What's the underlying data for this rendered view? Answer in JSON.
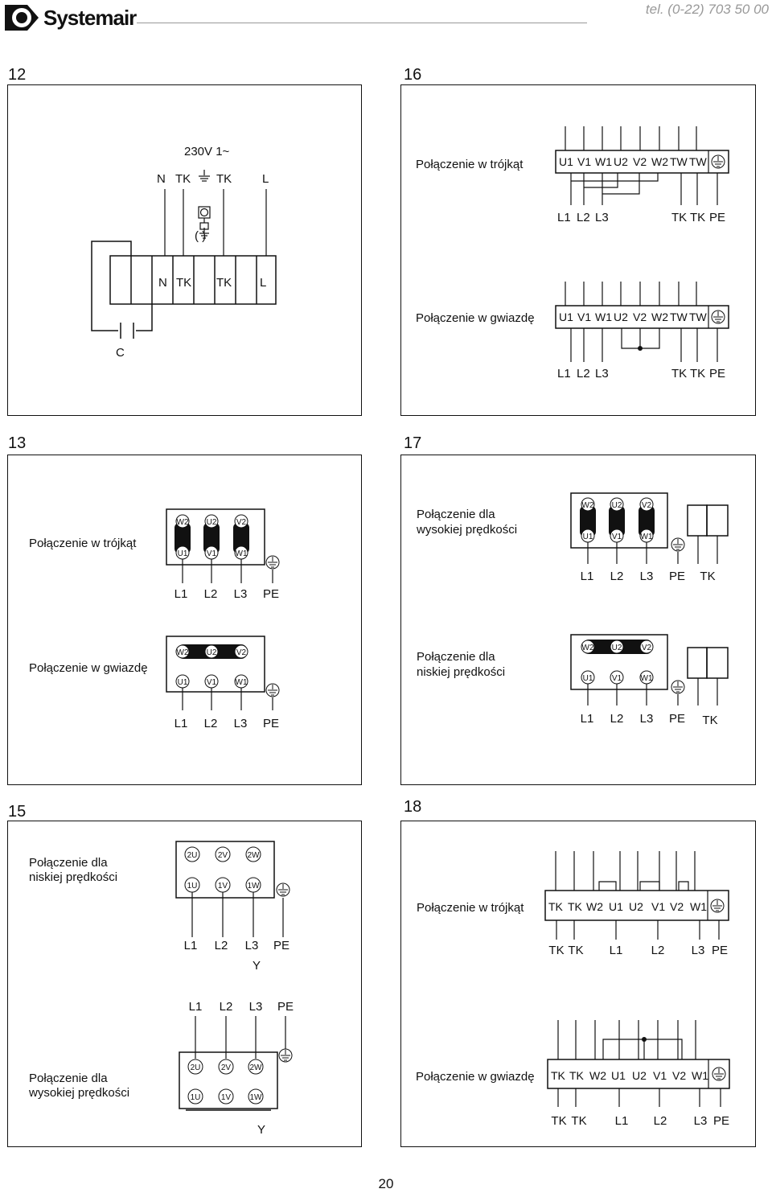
{
  "header": {
    "brand": "Systemair",
    "phone": "tel. (0-22) 703 50 00"
  },
  "panels": [
    {
      "number": "12",
      "supply": "230V 1~",
      "top_terms": [
        "N",
        "TK",
        "TK",
        "L"
      ],
      "earth_paren": "( )",
      "block_terms": [
        "N",
        "TK",
        "TK",
        "L"
      ],
      "capacitor": "C"
    },
    {
      "number": "16",
      "rows": [
        {
          "caption": "Połączenie w trójkąt",
          "terms": [
            "U1",
            "V1",
            "W1",
            "U2",
            "V2",
            "W2",
            "TW",
            "TW"
          ],
          "bottom": [
            "L1",
            "L2",
            "L3",
            "TK",
            "TK",
            "PE"
          ]
        },
        {
          "caption": "Połączenie w gwiazdę",
          "terms": [
            "U1",
            "V1",
            "W1",
            "U2",
            "V2",
            "W2",
            "TW",
            "TW"
          ],
          "bottom": [
            "L1",
            "L2",
            "L3",
            "TK",
            "TK",
            "PE"
          ]
        }
      ]
    },
    {
      "number": "13",
      "rows": [
        {
          "caption": "Połączenie w trójkąt",
          "top": [
            "W2",
            "U2",
            "V2"
          ],
          "bot": [
            "U1",
            "V1",
            "W1"
          ],
          "lines": [
            "L1",
            "L2",
            "L3",
            "PE"
          ]
        },
        {
          "caption": "Połączenie w gwiazdę",
          "top": [
            "W2",
            "U2",
            "V2"
          ],
          "bot": [
            "U1",
            "V1",
            "W1"
          ],
          "lines": [
            "L1",
            "L2",
            "L3",
            "PE"
          ]
        }
      ]
    },
    {
      "number": "17",
      "rows": [
        {
          "caption_1": "Połączenie dla",
          "caption_2": "wysokiej prędkości",
          "top": [
            "W2",
            "U2",
            "V2"
          ],
          "bot": [
            "U1",
            "V1",
            "W1"
          ],
          "lines": [
            "L1",
            "L2",
            "L3",
            "PE",
            "TK"
          ]
        },
        {
          "caption_1": "Połączenie dla",
          "caption_2": "niskiej prędkości",
          "top": [
            "W2",
            "U2",
            "V2"
          ],
          "bot": [
            "U1",
            "V1",
            "W1"
          ],
          "lines": [
            "L1",
            "L2",
            "L3",
            "PE",
            "TK"
          ]
        }
      ]
    },
    {
      "number": "15",
      "rows": [
        {
          "caption_1": "Połączenie dla",
          "caption_2": "niskiej prędkości",
          "top": [
            "2U",
            "2V",
            "2W"
          ],
          "bot": [
            "1U",
            "1V",
            "1W"
          ],
          "lines": [
            "L1",
            "L2",
            "L3",
            "PE"
          ],
          "mode": "Y"
        },
        {
          "caption_1": "Połączenie dla",
          "caption_2": "wysokiej prędkości",
          "top": [
            "2U",
            "2V",
            "2W"
          ],
          "bot": [
            "1U",
            "1V",
            "1W"
          ],
          "lines": [
            "L1",
            "L2",
            "L3",
            "PE"
          ],
          "mode": "Y"
        }
      ]
    },
    {
      "number": "18",
      "rows": [
        {
          "caption": "Połączenie w trójkąt",
          "terms": [
            "TK",
            "TK",
            "W2",
            "U1",
            "U2",
            "V1",
            "V2",
            "W1"
          ],
          "bottom": [
            "TK",
            "TK",
            "L1",
            "L2",
            "L3",
            "PE"
          ]
        },
        {
          "caption": "Połączenie w gwiazdę",
          "terms": [
            "TK",
            "TK",
            "W2",
            "U1",
            "U2",
            "V1",
            "V2",
            "W1"
          ],
          "bottom": [
            "TK",
            "TK",
            "L1",
            "L2",
            "L3",
            "PE"
          ]
        }
      ]
    }
  ],
  "footer": {
    "page_number": "20"
  }
}
